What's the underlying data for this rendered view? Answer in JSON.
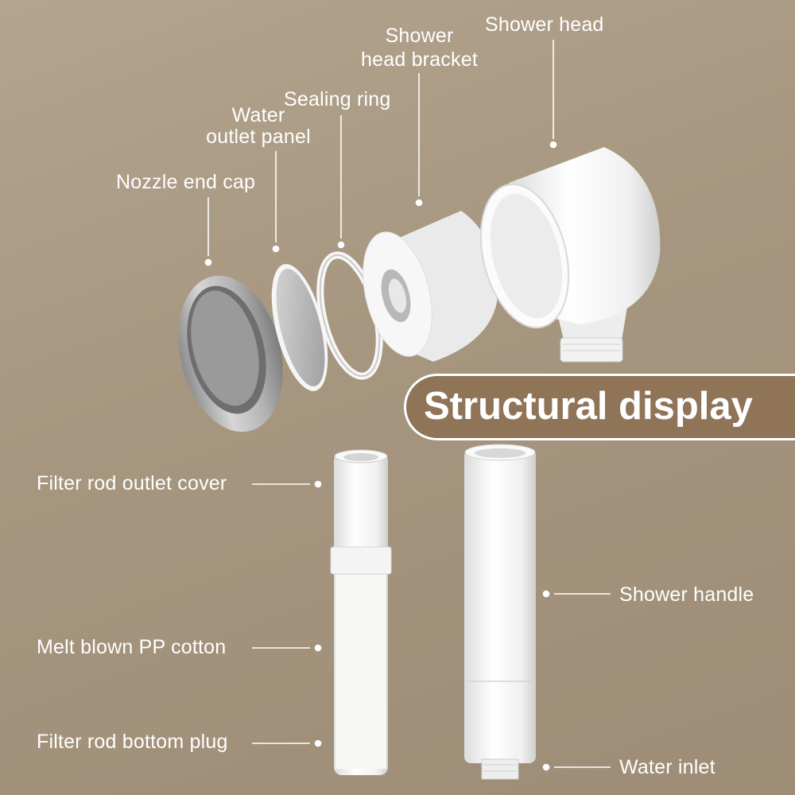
{
  "banner": {
    "title": "Structural display"
  },
  "labels": {
    "shower_head": "Shower head",
    "shower_head_bracket_line1": "Shower",
    "shower_head_bracket_line2": "head bracket",
    "sealing_ring": "Sealing ring",
    "water_outlet_panel_line1": "Water",
    "water_outlet_panel_line2": "outlet panel",
    "nozzle_end_cap": "Nozzle end cap",
    "filter_rod_outlet_cover": "Filter rod outlet cover",
    "melt_blown_pp_cotton": "Melt blown PP cotton",
    "filter_rod_bottom_plug": "Filter rod bottom plug",
    "shower_handle": "Shower handle",
    "water_inlet": "Water inlet"
  },
  "colors": {
    "background": "#a6967f",
    "banner_fill": "#8f7458",
    "text": "#ffffff",
    "part_white": "#f4f4f4",
    "metal": "#b8b8b8"
  },
  "icons": {
    "nozzle_end_cap": "metal-ring-icon",
    "water_outlet_panel": "disc-icon",
    "sealing_ring": "o-ring-icon",
    "shower_head_bracket": "cylinder-bracket-icon",
    "shower_head": "shower-head-housing-icon",
    "filter_rod": "filter-cartridge-icon",
    "shower_handle": "handle-tube-icon"
  }
}
